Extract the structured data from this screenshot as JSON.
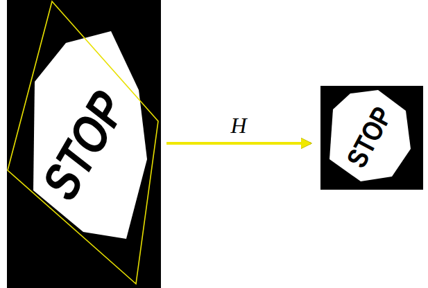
{
  "diagram": {
    "nodes": [
      {
        "text": [
          "STOP"
        ]
      },
      {
        "text": [
          "STOP"
        ]
      }
    ],
    "edges": [
      {
        "from": 0,
        "to": 1,
        "arrow": "to",
        "label": "H"
      }
    ]
  }
}
